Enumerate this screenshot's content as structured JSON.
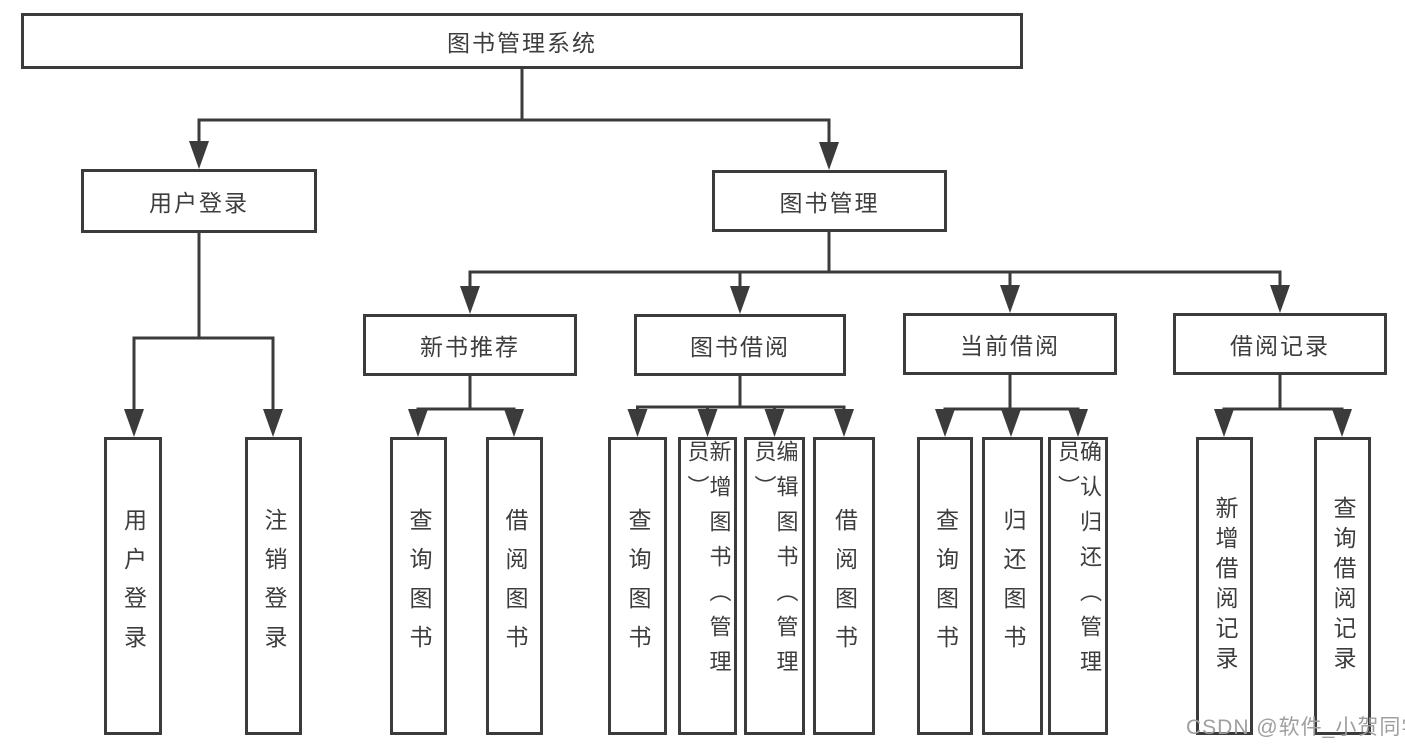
{
  "diagram": {
    "root": {
      "label": "图书管理系统"
    },
    "branches": [
      {
        "label": "用户登录"
      },
      {
        "label": "图书管理"
      }
    ],
    "modules": [
      {
        "label": "新书推荐"
      },
      {
        "label": "图书借阅"
      },
      {
        "label": "当前借阅"
      },
      {
        "label": "借阅记录"
      }
    ],
    "leaves": [
      {
        "label": "用户登录",
        "parent": "用户登录"
      },
      {
        "label": "注销登录",
        "parent": "用户登录"
      },
      {
        "label": "查询图书",
        "parent": "新书推荐"
      },
      {
        "label": "借阅图书",
        "parent": "新书推荐"
      },
      {
        "label": "查询图书",
        "parent": "图书借阅"
      },
      {
        "label": "新增图书（管理员）",
        "parent": "图书借阅"
      },
      {
        "label": "编辑图书（管理员）",
        "parent": "图书借阅"
      },
      {
        "label": "借阅图书",
        "parent": "图书借阅"
      },
      {
        "label": "查询图书",
        "parent": "当前借阅"
      },
      {
        "label": "归还图书",
        "parent": "当前借阅"
      },
      {
        "label": "确认归还（管理员）",
        "parent": "当前借阅"
      },
      {
        "label": "新增借阅记录",
        "parent": "借阅记录"
      },
      {
        "label": "查询借阅记录",
        "parent": "借阅记录"
      }
    ]
  },
  "watermark": {
    "text": "CSDN @软件_小贺同学"
  },
  "colors": {
    "line": "#3b3b3b",
    "text": "#3d3d3d",
    "watermark": "#9f9f9f",
    "background": "#ffffff"
  }
}
